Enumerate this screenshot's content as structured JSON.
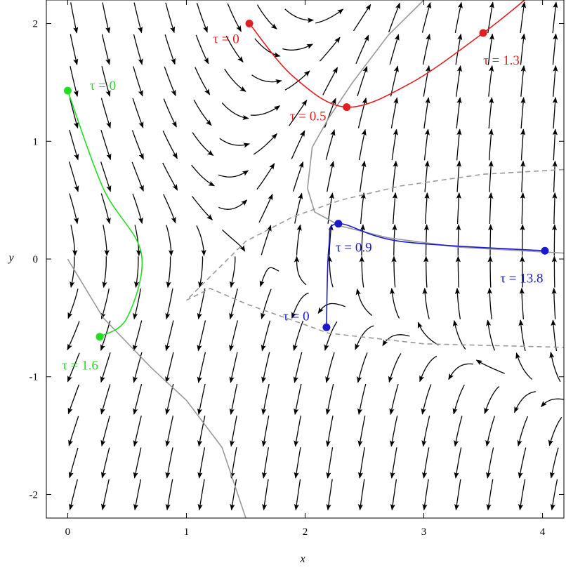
{
  "chart_data": {
    "type": "stream-plot",
    "xlabel": "x",
    "ylabel": "y",
    "xlim": [
      -0.18,
      4.18
    ],
    "ylim": [
      -2.2,
      2.2
    ],
    "xticks": [
      0,
      1,
      2,
      3,
      4
    ],
    "yticks": [
      -2,
      -1,
      0,
      1,
      2
    ],
    "xtick_labels": [
      "0",
      "1",
      "2",
      "3",
      "4"
    ],
    "ytick_labels": [
      "-2",
      "-1",
      "0",
      "1",
      "2"
    ],
    "vector_field": {
      "dx": "y",
      "dy": "x^2 - x - 2y^2 + 2xy - 1 - 0.6y"
    },
    "nullclines": [
      {
        "name": "solid",
        "style": "solid",
        "color": "#999999",
        "points": [
          [
            0.0,
            0.0
          ],
          [
            0.3,
            -0.5
          ],
          [
            0.7,
            -0.92
          ],
          [
            1.0,
            -1.2
          ],
          [
            1.3,
            -1.6
          ],
          [
            1.5,
            -2.2
          ]
        ]
      },
      {
        "name": "solid-upper",
        "style": "solid",
        "color": "#999999",
        "points": [
          [
            2.02,
            0.6
          ],
          [
            2.06,
            0.95
          ],
          [
            2.2,
            1.2
          ],
          [
            2.4,
            1.5
          ],
          [
            2.7,
            1.9
          ],
          [
            3.0,
            2.2
          ]
        ]
      },
      {
        "name": "solid-lower",
        "style": "solid",
        "color": "#999999",
        "points": [
          [
            2.02,
            0.6
          ],
          [
            2.08,
            0.4
          ],
          [
            2.3,
            0.28
          ],
          [
            2.7,
            0.18
          ],
          [
            3.3,
            0.1
          ],
          [
            4.18,
            0.05
          ]
        ]
      },
      {
        "name": "dashed",
        "style": "dashed",
        "color": "#999999",
        "points": [
          [
            4.18,
            0.76
          ],
          [
            3.5,
            0.72
          ],
          [
            2.8,
            0.62
          ],
          [
            2.3,
            0.5
          ],
          [
            1.9,
            0.36
          ],
          [
            1.5,
            0.15
          ],
          [
            1.0,
            -0.35
          ],
          [
            1.2,
            -0.25
          ],
          [
            1.5,
            -0.38
          ],
          [
            2.2,
            -0.63
          ],
          [
            3.0,
            -0.72
          ],
          [
            4.18,
            -0.75
          ]
        ]
      }
    ],
    "trajectories": [
      {
        "name": "green",
        "color": "#22dd22",
        "points": [
          [
            0.0,
            1.43
          ],
          [
            0.3,
            0.6
          ],
          [
            0.62,
            0.05
          ],
          [
            0.5,
            -0.5
          ],
          [
            0.27,
            -0.66
          ]
        ],
        "markers": [
          {
            "x": 0.0,
            "y": 1.43,
            "label": "τ = 0"
          },
          {
            "x": 0.27,
            "y": -0.66,
            "label": "τ = 1.6"
          }
        ]
      },
      {
        "name": "red",
        "color": "#e02020",
        "points": [
          [
            1.53,
            2.0
          ],
          [
            1.9,
            1.55
          ],
          [
            2.35,
            1.29
          ],
          [
            2.9,
            1.5
          ],
          [
            3.5,
            1.92
          ],
          [
            3.85,
            2.2
          ]
        ],
        "markers": [
          {
            "x": 1.53,
            "y": 2.0,
            "label": "τ = 0"
          },
          {
            "x": 2.35,
            "y": 1.29,
            "label": "τ = 0.5"
          },
          {
            "x": 3.5,
            "y": 1.92,
            "label": "τ = 1.3"
          }
        ]
      },
      {
        "name": "blue",
        "color": "#1a1acc",
        "points": [
          [
            2.18,
            -0.58
          ],
          [
            2.2,
            0.1
          ],
          [
            2.28,
            0.3
          ],
          [
            2.8,
            0.15
          ],
          [
            4.02,
            0.07
          ]
        ],
        "markers": [
          {
            "x": 2.18,
            "y": -0.58,
            "label": "τ = 0"
          },
          {
            "x": 2.28,
            "y": 0.3,
            "label": "τ = 0.9"
          },
          {
            "x": 4.02,
            "y": 0.07,
            "label": "τ = 13.8"
          }
        ]
      }
    ]
  }
}
